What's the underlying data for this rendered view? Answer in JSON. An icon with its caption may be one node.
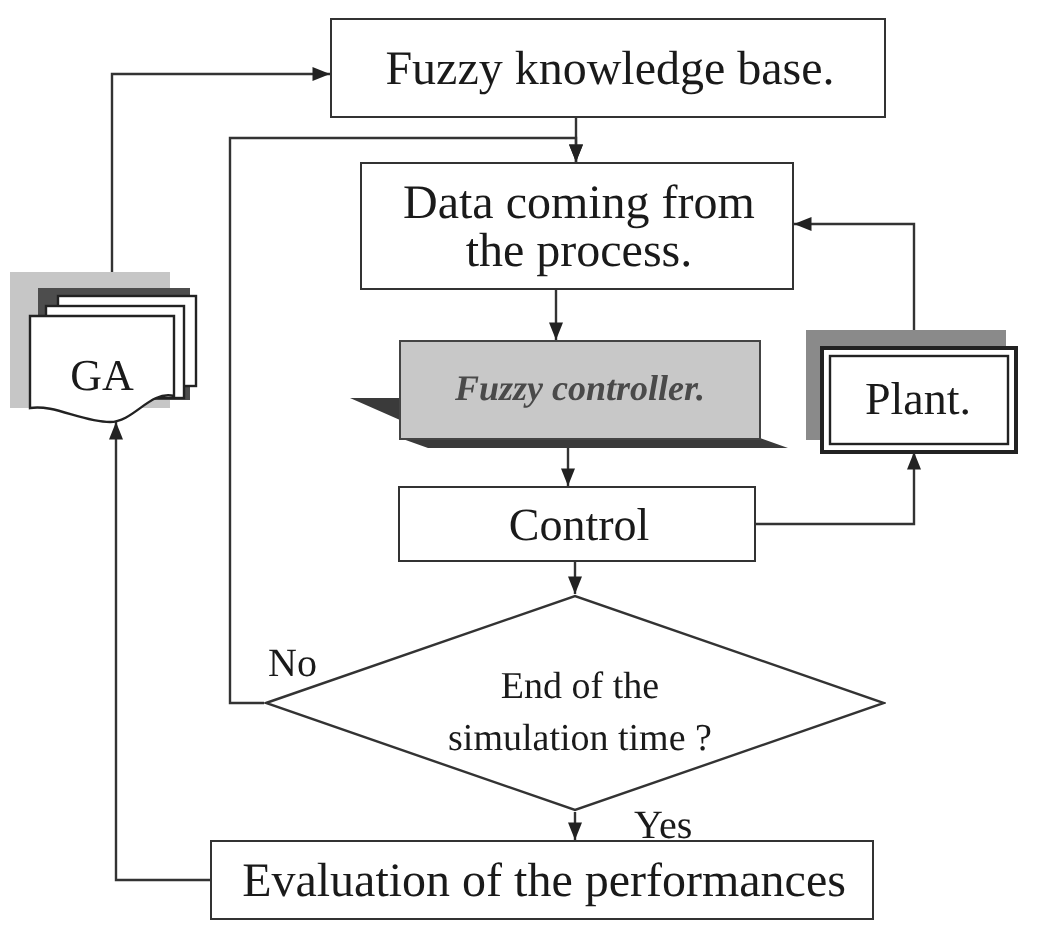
{
  "diagram": {
    "nodes": [
      {
        "text": [
          "Fuzzy knowledge base."
        ]
      },
      {
        "text": [
          "Data coming from the process."
        ]
      },
      {
        "text": [
          "GA"
        ]
      },
      {
        "text": [
          "Fuzzy controller."
        ]
      },
      {
        "text": [
          "Plant."
        ]
      },
      {
        "text": [
          "Control"
        ]
      },
      {
        "text": [
          "End of the simulation time ?"
        ]
      },
      {
        "text": [
          "Evaluation of the performances"
        ]
      }
    ],
    "edges": [
      {
        "from": 2,
        "to": 0,
        "arrow": "to"
      },
      {
        "from": 0,
        "to": 1,
        "arrow": "to"
      },
      {
        "from": 6,
        "to": 1,
        "arrow": "to",
        "label": "No"
      },
      {
        "from": 1,
        "to": 3,
        "arrow": "to"
      },
      {
        "from": 3,
        "to": 5,
        "arrow": "to"
      },
      {
        "from": 5,
        "to": 4,
        "arrow": "to"
      },
      {
        "from": 4,
        "to": 1,
        "arrow": "to"
      },
      {
        "from": 5,
        "to": 6,
        "arrow": "to"
      },
      {
        "from": 6,
        "to": 7,
        "arrow": "to",
        "label": "Yes"
      },
      {
        "from": 7,
        "to": 2,
        "arrow": "to"
      }
    ]
  }
}
